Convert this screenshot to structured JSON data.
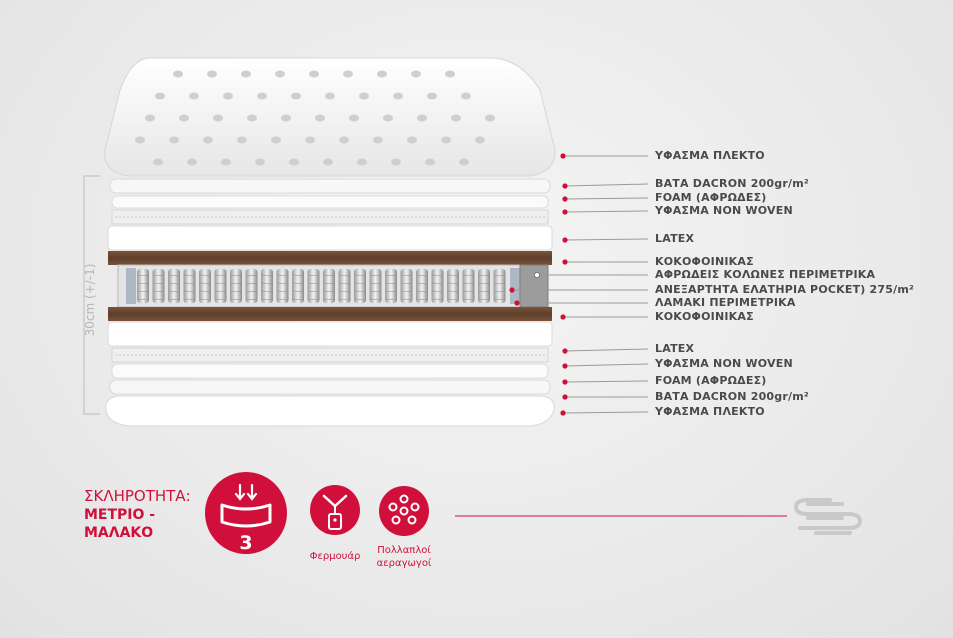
{
  "layers": [
    {
      "label": "ΥΦΑΣΜΑ ΠΛΕΚΤΟ"
    },
    {
      "label": "ΒΑΤΑ DACRON 200gr/m²"
    },
    {
      "label": "FOAM (ΑΦΡΩΔΕΣ)"
    },
    {
      "label": "ΥΦΑΣΜΑ NON WOVEN"
    },
    {
      "label": "LATEX"
    },
    {
      "label": "ΚΟΚΟΦΟΙΝΙΚΑΣ"
    },
    {
      "label": "ΑΦΡΩΔΕΙΣ ΚΟΛΩΝΕΣ ΠΕΡΙΜΕΤΡΙΚΑ"
    },
    {
      "label": "ΑΝΕΞΑΡΤΗΤΑ ΕΛΑΤΗΡΙΑ POCKET) 275/m²"
    },
    {
      "label": "ΛΑΜΑΚΙ ΠΕΡΙΜΕΤΡΙΚΑ"
    },
    {
      "label": "ΚΟΚΟΦΟΙΝΙΚΑΣ"
    },
    {
      "label": "LATEX"
    },
    {
      "label": "ΥΦΑΣΜΑ NON WOVEN"
    },
    {
      "label": "FOAM (ΑΦΡΩΔΕΣ)"
    },
    {
      "label": "ΒΑΤΑ DACRON 200gr/m²"
    },
    {
      "label": "ΥΦΑΣΜΑ ΠΛΕΚΤΟ"
    }
  ],
  "height_label": "30cm (+/-1)",
  "firmness": {
    "title": "ΣΚΛΗΡΟΤΗΤΑ:",
    "value": "ΜΕΤΡΙΟ - ΜΑΛΑΚΟ",
    "level": "3"
  },
  "features": {
    "zipper": "Φερμουάρ",
    "vents": "Πολλαπλοί αεραγωγοί"
  },
  "colors": {
    "accent": "#d0103a",
    "coir": "#6e4a33",
    "label_text": "#4a4a4a"
  },
  "icons": [
    "firmness-icon",
    "zipper-icon",
    "air-vents-icon",
    "brand-logo-icon"
  ]
}
